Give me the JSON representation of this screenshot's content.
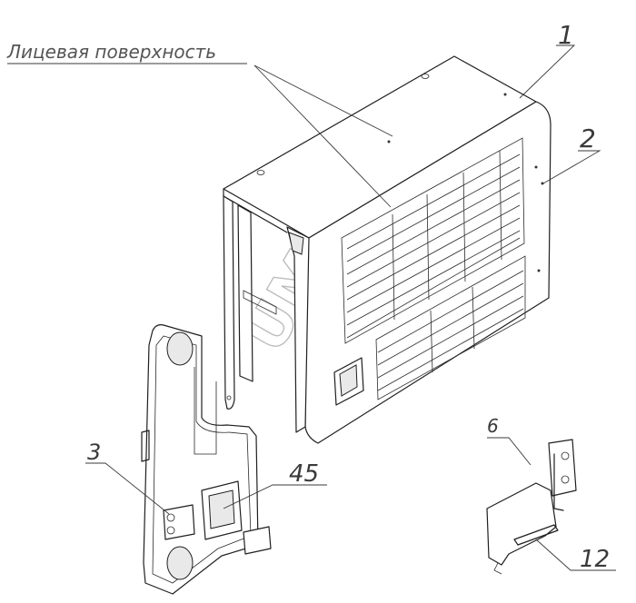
{
  "caption": {
    "text": "Лицевая поверхность"
  },
  "callouts": {
    "c1": "1",
    "c2": "2",
    "c3": "3",
    "c45": "45",
    "c6": "6",
    "c12": "12"
  },
  "watermark": {
    "text": "UMG"
  }
}
